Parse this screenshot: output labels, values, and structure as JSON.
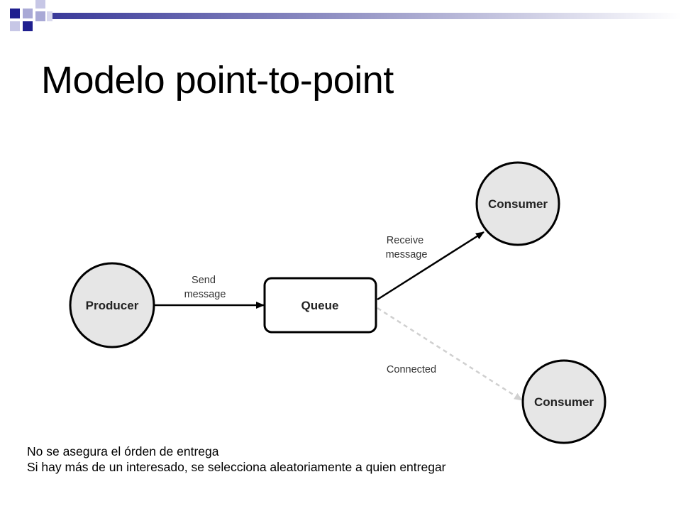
{
  "slide": {
    "title": "Modelo point-to-point",
    "notes": [
      "No se asegura el órden de entrega",
      "Si hay más de un interesado, se selecciona aleatoriamente a quien entregar"
    ]
  },
  "diagram": {
    "nodes": {
      "producer": "Producer",
      "queue": "Queue",
      "consumer_top": "Consumer",
      "consumer_bottom": "Consumer"
    },
    "edges": {
      "send": [
        "Send",
        "message"
      ],
      "receive": [
        "Receive",
        "message"
      ],
      "connected": "Connected"
    }
  },
  "colors": {
    "node_fill": "#e6e6e6",
    "stroke": "#000000",
    "dashed_edge": "#d0d0d0",
    "deco_blue": "#1f1f8f",
    "deco_light": "#a9a9d6"
  }
}
